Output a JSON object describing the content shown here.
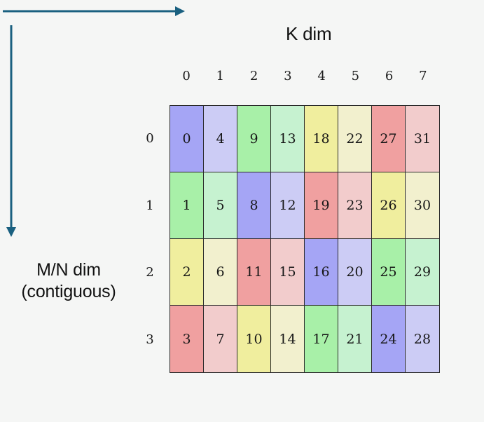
{
  "figure": {
    "background_color": "#f5f6f5",
    "arrow_color": "#1a6080",
    "grid_line_color": "#2b2b2b"
  },
  "axes": {
    "horizontal": {
      "label": "K dim",
      "arrow_name": "k-dim-arrow",
      "direction": "left-to-right"
    },
    "vertical": {
      "label_line1": "M/N dim",
      "label_line2": "(contiguous)",
      "arrow_name": "mn-dim-arrow",
      "direction": "top-to-bottom"
    }
  },
  "grid": {
    "rows": 4,
    "cols": 8,
    "col_headers": [
      "0",
      "1",
      "2",
      "3",
      "4",
      "5",
      "6",
      "7"
    ],
    "row_headers": [
      "0",
      "1",
      "2",
      "3"
    ],
    "values": [
      [
        "0",
        "4",
        "9",
        "13",
        "18",
        "22",
        "27",
        "31"
      ],
      [
        "1",
        "5",
        "8",
        "12",
        "19",
        "23",
        "26",
        "30"
      ],
      [
        "2",
        "6",
        "11",
        "15",
        "16",
        "20",
        "25",
        "29"
      ],
      [
        "3",
        "7",
        "10",
        "14",
        "17",
        "21",
        "24",
        "28"
      ]
    ],
    "cell_colors": [
      [
        "#a5a5f5",
        "#ccccf5",
        "#a8f0a8",
        "#c6f2d0",
        "#f0ee9e",
        "#f2f0ce",
        "#f0a0a0",
        "#f2cccc"
      ],
      [
        "#a8f0a8",
        "#c6f2d0",
        "#a5a5f5",
        "#ccccf5",
        "#f0a0a0",
        "#f2cccc",
        "#f0ee9e",
        "#f2f0ce"
      ],
      [
        "#f0ee9e",
        "#f2f0ce",
        "#f0a0a0",
        "#f2cccc",
        "#a5a5f5",
        "#ccccf5",
        "#a8f0a8",
        "#c6f2d0"
      ],
      [
        "#f0a0a0",
        "#f2cccc",
        "#f0ee9e",
        "#f2f0ce",
        "#a8f0a8",
        "#c6f2d0",
        "#a5a5f5",
        "#ccccf5"
      ]
    ],
    "palette": {
      "purple_strong": "#a5a5f5",
      "purple_pale": "#ccccf5",
      "green_strong": "#a8f0a8",
      "green_pale": "#c6f2d0",
      "yellow_strong": "#f0ee9e",
      "yellow_pale": "#f2f0ce",
      "red_strong": "#f0a0a0",
      "red_pale": "#f2cccc"
    }
  }
}
